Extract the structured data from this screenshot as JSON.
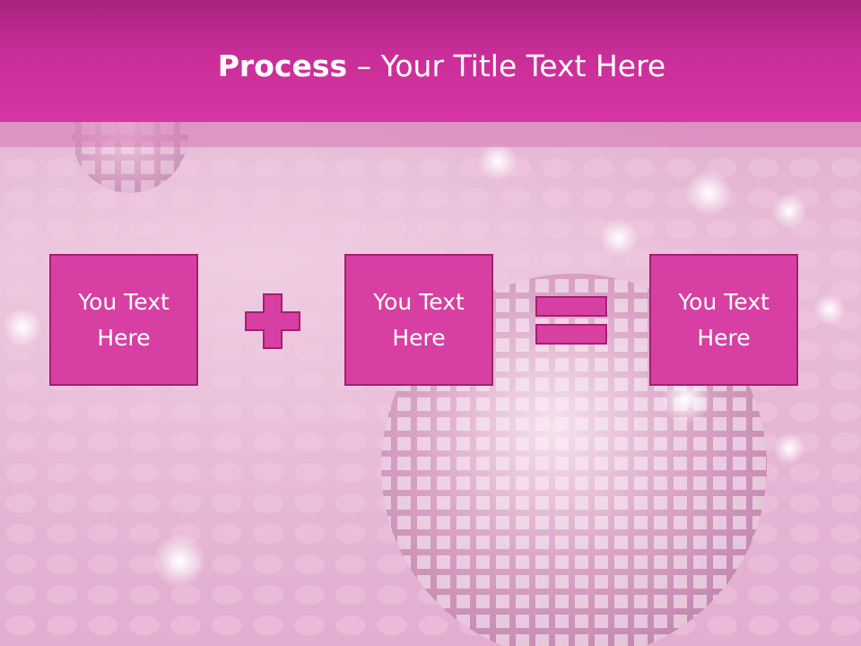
{
  "header": {
    "title_bold": "Process",
    "title_dash": " – ",
    "title_rest": "Your Title Text Here"
  },
  "process": {
    "box1": "You Text Here",
    "operator1": "plus-icon",
    "box2": "You Text Here",
    "operator2": "equals-icon",
    "box3": "You Text Here"
  },
  "colors": {
    "header": "#c92e98",
    "box_fill": "#d83fa3",
    "box_border": "#a3206f",
    "text": "#ffffff"
  }
}
